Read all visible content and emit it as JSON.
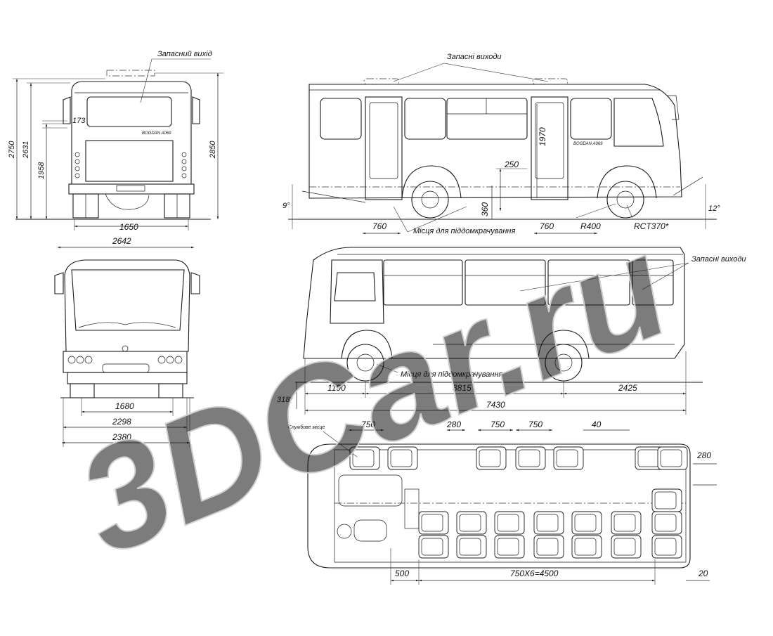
{
  "watermark": {
    "text": "3DCar.ru",
    "color": "#d9d9d9"
  },
  "colors": {
    "line": "#1a1a1a",
    "background": "#ffffff"
  },
  "rear_view": {
    "emergency_exit_label": "Запасний вихід",
    "brand_text": "BOGDAN A069",
    "dims": {
      "h_2750": "2750",
      "h_2631": "2631",
      "h_1958": "1958",
      "h_2850": "2850",
      "d_173": "173",
      "w_1650": "1650",
      "w_2642": "2642"
    }
  },
  "side_view_right": {
    "emergency_exits_label": "Запасні виходи",
    "jacking_label": "Місця для піддомкрачування",
    "brand_text": "BOGDAN A069",
    "dims": {
      "d_1970": "1970",
      "d_250": "250",
      "d_360": "360",
      "d_760_left": "760",
      "d_760_right": "760",
      "r_400": "R400",
      "rct": "RCT370*",
      "angle_9": "9°",
      "angle_12": "12°"
    }
  },
  "front_view": {
    "dims": {
      "w_1680": "1680",
      "w_2298": "2298",
      "w_2380": "2380"
    }
  },
  "side_view_left": {
    "emergency_exits_label": "Запасні виходи",
    "jacking_label": "Місця для піддомкрачування",
    "dims": {
      "d_1190": "1190",
      "d_3815": "3815",
      "d_2425": "2425",
      "d_7430": "7430",
      "d_318": "318*"
    }
  },
  "plan_view": {
    "service_seat_label": "Службове місце",
    "dims": {
      "d_750a": "750",
      "d_280a": "280",
      "d_750b": "750",
      "d_750c": "750",
      "d_40": "40",
      "d_280b": "280",
      "d_500": "500",
      "d_row": "750X6=4500",
      "d_20": "20"
    }
  }
}
